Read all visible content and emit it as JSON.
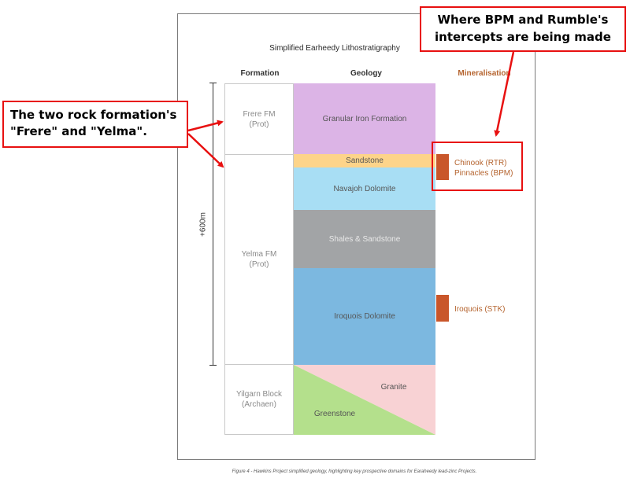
{
  "title": "Simplified Earheedy Lithostratigraphy",
  "headers": {
    "formation": "Formation",
    "geology": "Geology",
    "mineralisation": "Mineralisation"
  },
  "formations": {
    "frere": [
      "Frere FM",
      "(Prot)"
    ],
    "yelma": [
      "Yelma FM",
      "(Prot)"
    ],
    "yilgarn": [
      "Yilgarn Block",
      "(Archaen)"
    ]
  },
  "geology": {
    "granular_iron": "Granular Iron Formation",
    "sandstone": "Sandstone",
    "navajoh": "Navajoh Dolomite",
    "shales": "Shales & Sandstone",
    "iroquois": "Iroquois Dolomite",
    "granite": "Granite",
    "greenstone": "Greenstone"
  },
  "mineralisation": {
    "chinook": "Chinook (RTR)",
    "pinnacles": "Pinnacles (BPM)",
    "iroquois": "Iroquois (STK)"
  },
  "scale_label": "+600m",
  "callouts": {
    "left": [
      "The two rock formation's",
      "\"Frere\" and \"Yelma\"."
    ],
    "right": [
      "Where BPM and Rumble's",
      "intercepts are being made"
    ]
  },
  "caption": "Figure 4 - Hawkins Project simplified geology, highlighting key prospective domains for Earaheedy lead-zinc Projects.",
  "colors": {
    "granular_iron": "#dcb4e6",
    "sandstone": "#fdd48a",
    "navajoh": "#a8def4",
    "shales": "#a2a4a6",
    "iroquois": "#7cb8e0",
    "granite": "#f8d2d4",
    "greenstone": "#b4e08c",
    "mineral_bar": "#c9562a",
    "callout_red": "#e81010"
  }
}
